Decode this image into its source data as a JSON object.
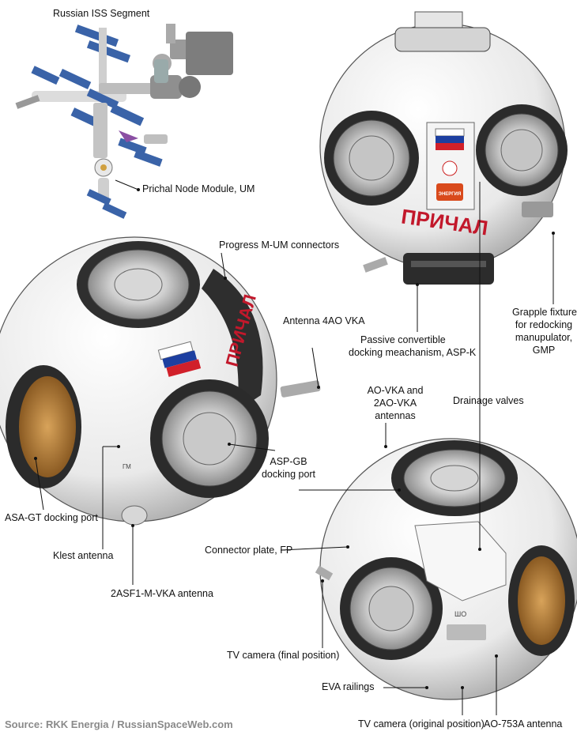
{
  "labels": {
    "russian_segment": "Russian ISS Segment",
    "prichal_node": "Prichal Node Module, UM",
    "progress_connectors": "Progress M-UM connectors",
    "antenna_4ao": "Antenna 4AO VKA",
    "passive_docking_1": "Passive convertible",
    "passive_docking_2": "docking meachanism, ASP-K",
    "grapple_1": "Grapple fixture",
    "grapple_2": "for redocking",
    "grapple_3": "manupulator,",
    "grapple_4": "GMP",
    "ao_vka_1": "AO-VKA and",
    "ao_vka_2": "2AO-VKA",
    "ao_vka_3": "antennas",
    "drainage": "Drainage valves",
    "asp_gb_1": "ASP-GB",
    "asp_gb_2": "docking port",
    "asa_gt": "ASA-GT docking port",
    "klest": "Klest antenna",
    "connector_plate": "Connector plate, FP",
    "asf1": "2ASF1-M-VKA antenna",
    "tv_final": "TV camera (final position)",
    "eva": "EVA railings",
    "tv_original": "TV camera (original position)",
    "ao753": "AO-753A antenna"
  },
  "module_markings": {
    "name_top": "ПРИЧАЛ",
    "name_left": "ПРИЧАЛ",
    "energia": "ЭНЕРГИЯ",
    "gm_mark": "ГМ",
    "shu_mark": "ШО"
  },
  "source": "Source: RKK Energia / RussianSpaceWeb.com"
}
